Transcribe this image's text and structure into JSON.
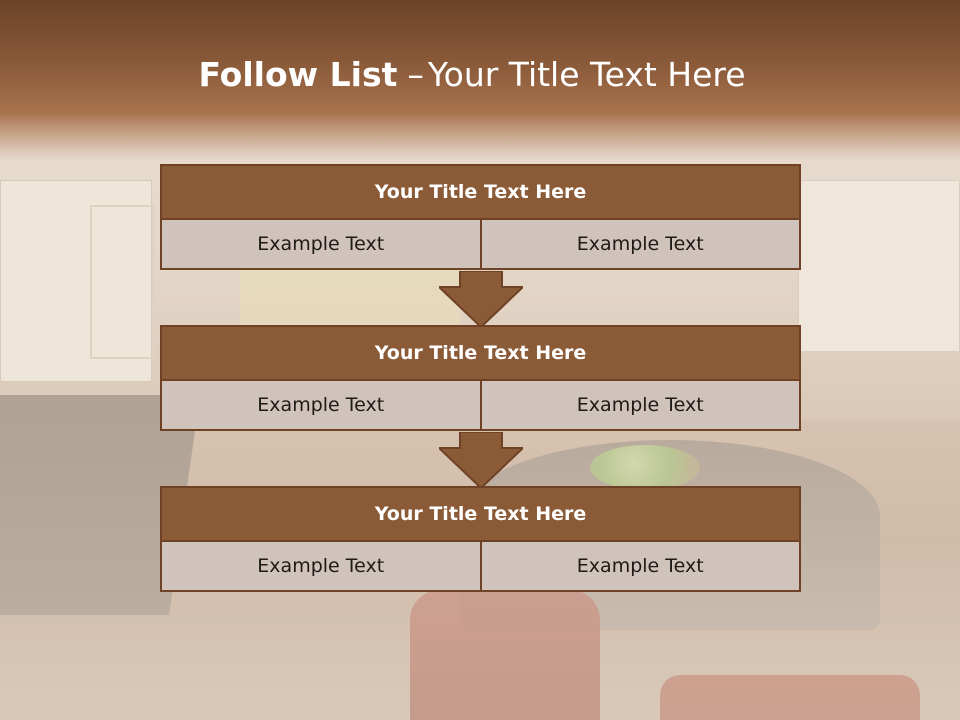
{
  "slide": {
    "title_bold": "Follow List",
    "title_dash": "–",
    "title_rest": "Your Title Text Here"
  },
  "blocks": [
    {
      "title": "Your Title Text Here",
      "left": "Example Text",
      "right": "Example Text"
    },
    {
      "title": "Your Title Text Here",
      "left": "Example Text",
      "right": "Example Text"
    },
    {
      "title": "Your Title Text Here",
      "left": "Example Text",
      "right": "Example Text"
    }
  ],
  "colors": {
    "header_brown": "#8b5a37",
    "border_brown": "#6f4226",
    "cell_fill": "#d0c3bb",
    "title_band": "#6b4227"
  }
}
